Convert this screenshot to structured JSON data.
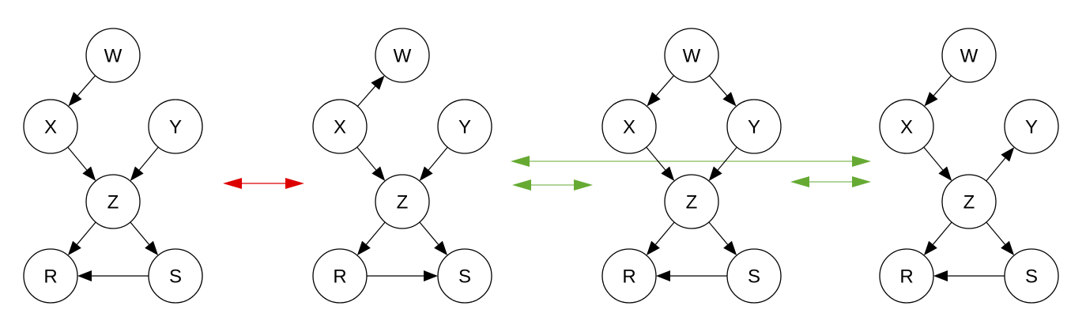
{
  "diagram": {
    "node_labels": [
      "W",
      "X",
      "Y",
      "Z",
      "R",
      "S"
    ],
    "graphs": [
      {
        "id": "graph-1",
        "edges": [
          {
            "from": "W",
            "to": "X"
          },
          {
            "from": "X",
            "to": "Z"
          },
          {
            "from": "Y",
            "to": "Z"
          },
          {
            "from": "Z",
            "to": "R"
          },
          {
            "from": "Z",
            "to": "S"
          },
          {
            "from": "S",
            "to": "R"
          }
        ]
      },
      {
        "id": "graph-2",
        "edges": [
          {
            "from": "X",
            "to": "W"
          },
          {
            "from": "X",
            "to": "Z"
          },
          {
            "from": "Y",
            "to": "Z"
          },
          {
            "from": "Z",
            "to": "R"
          },
          {
            "from": "Z",
            "to": "S"
          },
          {
            "from": "R",
            "to": "S"
          }
        ]
      },
      {
        "id": "graph-3",
        "edges": [
          {
            "from": "W",
            "to": "X"
          },
          {
            "from": "W",
            "to": "Y"
          },
          {
            "from": "X",
            "to": "Z"
          },
          {
            "from": "Y",
            "to": "Z"
          },
          {
            "from": "Z",
            "to": "R"
          },
          {
            "from": "Z",
            "to": "S"
          },
          {
            "from": "S",
            "to": "R"
          }
        ]
      },
      {
        "id": "graph-4",
        "edges": [
          {
            "from": "W",
            "to": "X"
          },
          {
            "from": "X",
            "to": "Z"
          },
          {
            "from": "Z",
            "to": "Y"
          },
          {
            "from": "Z",
            "to": "R"
          },
          {
            "from": "Z",
            "to": "S"
          },
          {
            "from": "S",
            "to": "R"
          }
        ]
      }
    ],
    "comparisons": [
      {
        "between": [
          "graph-1",
          "graph-2"
        ],
        "equivalent": false,
        "color": "#dd0000"
      },
      {
        "between": [
          "graph-2",
          "graph-3"
        ],
        "equivalent": true,
        "color": "#66aa33"
      },
      {
        "between": [
          "graph-3",
          "graph-4"
        ],
        "equivalent": true,
        "color": "#66aa33"
      },
      {
        "between": [
          "graph-2",
          "graph-4"
        ],
        "equivalent": true,
        "color": "#66aa33"
      }
    ]
  }
}
